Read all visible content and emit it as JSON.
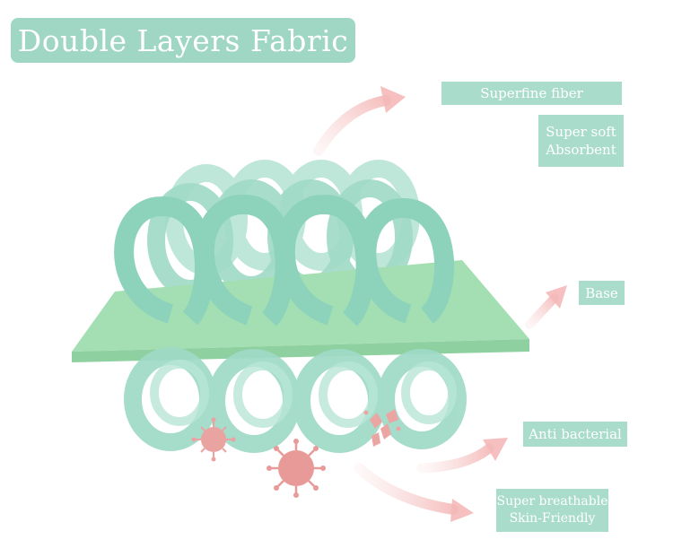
{
  "title": "Double Layers Fabric",
  "labels": {
    "superfine_fiber": "Superfine fiber",
    "super_soft": "Super soft",
    "absorbent": "Absorbent",
    "base": "Base",
    "anti_bacterial": "Anti bacterial",
    "super_breathable": "Super breathable",
    "skin_friendly": "Skin-Friendly"
  },
  "colors": {
    "accent": "#9fd6c4",
    "label_bg": "#a9dccb",
    "fiber": "#8fd3bd",
    "base_sheet": "#9edcad",
    "arrow": "#f5c3c2",
    "bacteria": "#e79a98"
  }
}
